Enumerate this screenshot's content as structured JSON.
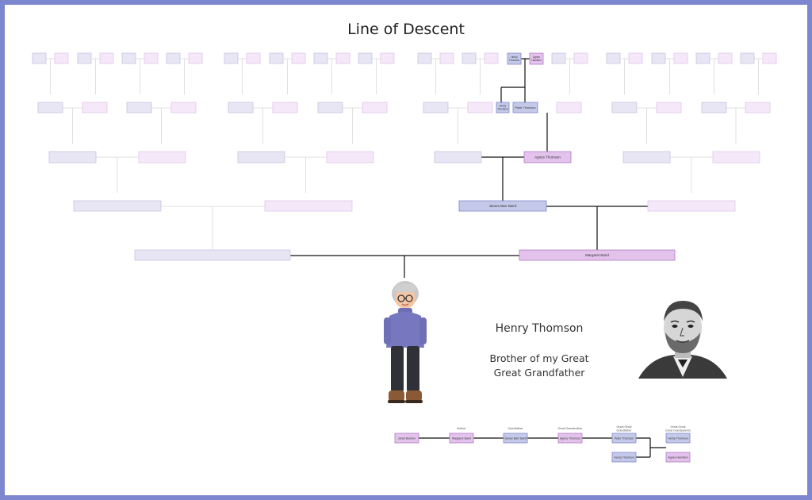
{
  "page": {
    "title": "Line of Descent",
    "subject_name": "Henry Thomson",
    "relationship_line1": "Brother of my Great",
    "relationship_line2": "Great Grandfather"
  },
  "tree": {
    "gen0": {
      "label": ""
    },
    "gen1_left": {
      "label": ""
    },
    "gen1_right": {
      "label": "Margaret Baird"
    },
    "gen2_right_left": {
      "label": "James Barr Baird"
    },
    "gen3_focus": {
      "label": "Agnes Thomson"
    },
    "gen4_focus_left": {
      "label": "Henry Thomson"
    },
    "gen4_focus_right": {
      "label": "Peter Thomson"
    },
    "gen5_focus_left": {
      "label": "Henry Thomson"
    },
    "gen5_focus_right": {
      "label": "Agnes Hamilton"
    }
  },
  "lineage": {
    "headers": [
      "Mother",
      "Grandfather",
      "Great Grandmother",
      "Great Great Grandfather",
      "Great Great Great Grandparents"
    ],
    "boxes": [
      "Janet Brunton",
      "Margaret Baird",
      "James Barr Baird",
      "Agnes Thomson",
      "Peter Thomson",
      "Henry Thomson",
      "Henry Thomson",
      "Agnes Hamilton"
    ]
  },
  "colors": {
    "frame": "#7d87cf",
    "male_fill": "#c5c9e9",
    "male_stroke": "#7f88c7",
    "female_fill": "#e3c3ec",
    "female_stroke": "#b07cc4",
    "faded_male_fill": "#e8e6f4",
    "faded_male_stroke": "#c8c4e2",
    "faded_female_fill": "#f5e8f8",
    "faded_female_stroke": "#e2c6ec",
    "line": "#111111",
    "faded_line": "#d8d8d8"
  }
}
